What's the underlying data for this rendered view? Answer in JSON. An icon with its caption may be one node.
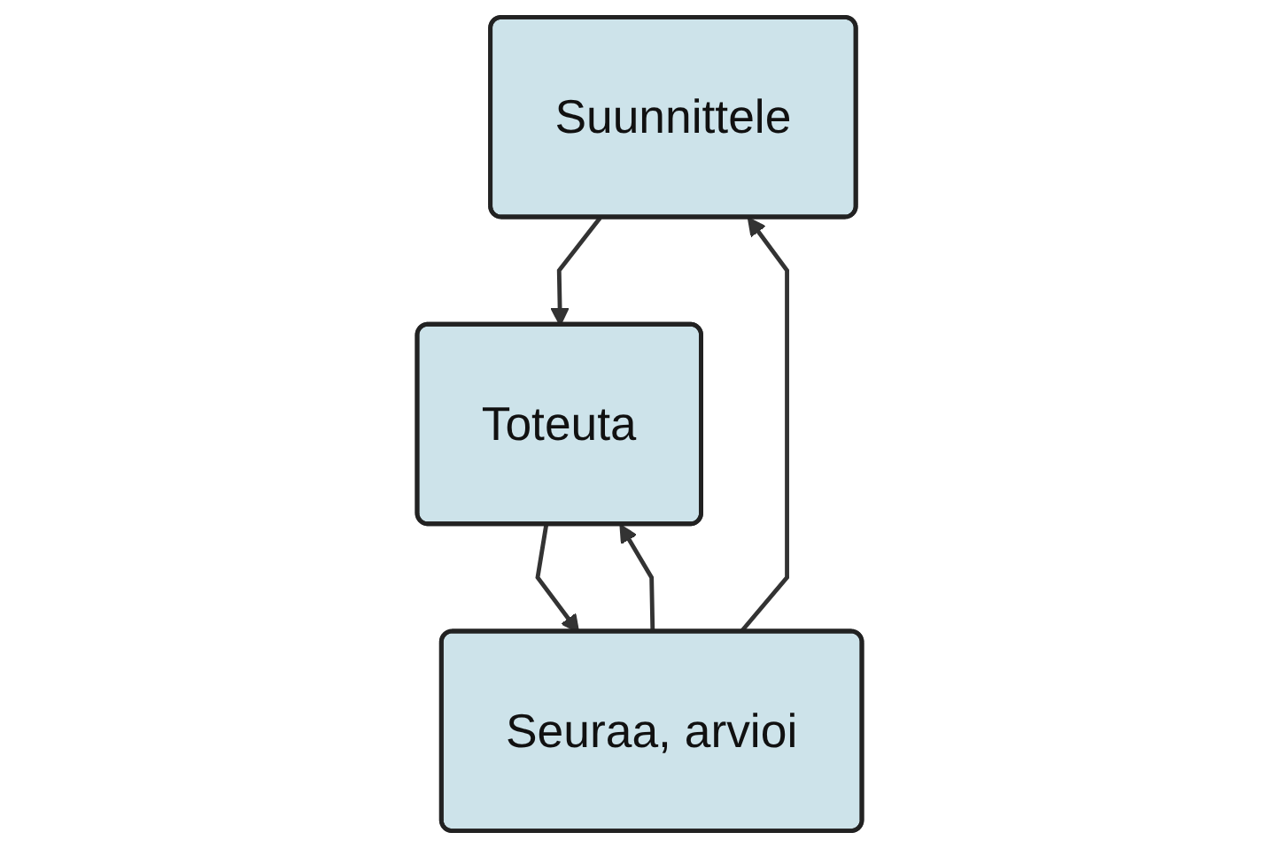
{
  "diagram": {
    "nodes": [
      {
        "text": [
          "Suunnittele"
        ]
      },
      {
        "text": [
          "Toteuta"
        ]
      },
      {
        "text": [
          "Seuraa, arvioi"
        ]
      }
    ],
    "edges": [
      {
        "from": 0,
        "to": 1,
        "arrow": "to"
      },
      {
        "from": 1,
        "to": 2,
        "arrow": "to"
      },
      {
        "from": 2,
        "to": 0,
        "arrow": "to"
      },
      {
        "from": 2,
        "to": 1,
        "arrow": "to"
      }
    ]
  }
}
